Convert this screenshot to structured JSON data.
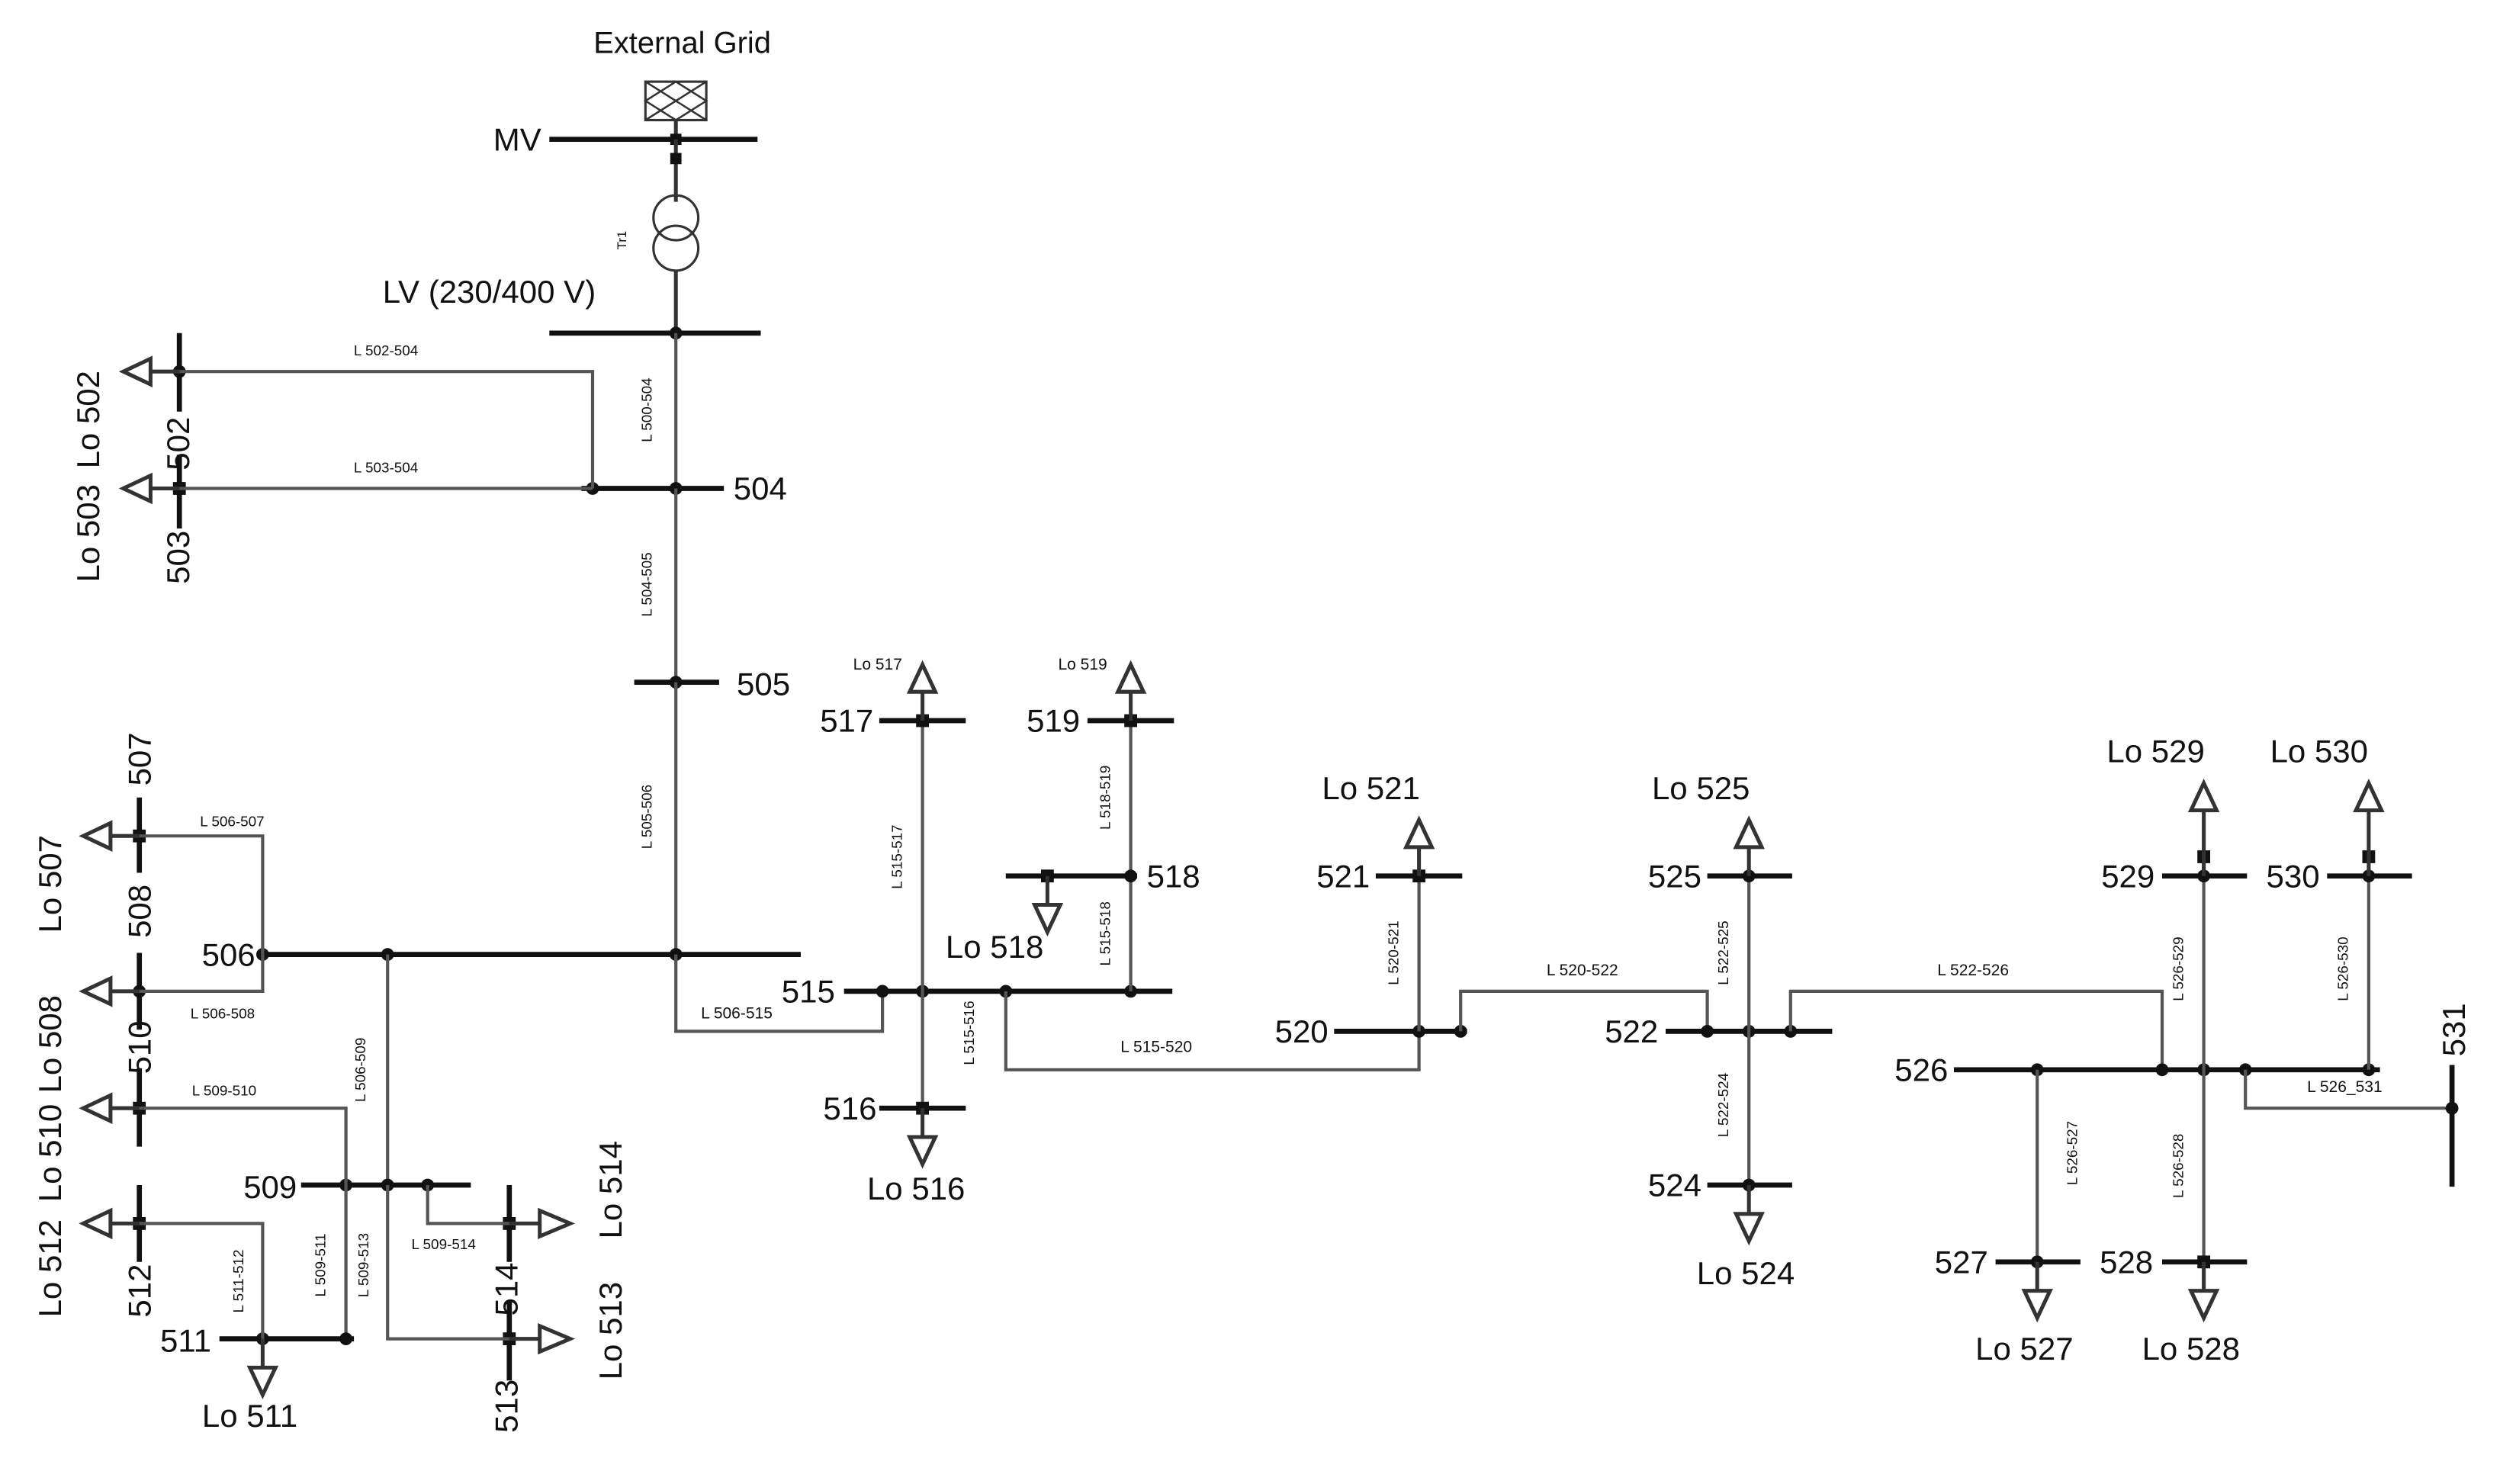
{
  "title": "External Grid",
  "buses": {
    "mv": "MV",
    "lv": "LV (230/400 V)",
    "b502": "502",
    "b503": "503",
    "b504": "504",
    "b505": "505",
    "b506": "506",
    "b507": "507",
    "b508": "508",
    "b509": "509",
    "b510": "510",
    "b511": "511",
    "b512": "512",
    "b513": "513",
    "b514": "514",
    "b515": "515",
    "b516": "516",
    "b517": "517",
    "b518": "518",
    "b519": "519",
    "b520": "520",
    "b521": "521",
    "b522": "522",
    "b524": "524",
    "b525": "525",
    "b526": "526",
    "b527": "527",
    "b528": "528",
    "b529": "529",
    "b530": "530",
    "b531": "531"
  },
  "transformer": "Tr1",
  "loads": {
    "lo502": "Lo 502",
    "lo503": "Lo 503",
    "lo507": "Lo 507",
    "lo508": "Lo 508",
    "lo510": "Lo 510",
    "lo511": "Lo 511",
    "lo512": "Lo 512",
    "lo513": "Lo 513",
    "lo514": "Lo 514",
    "lo516": "Lo 516",
    "lo517": "Lo 517",
    "lo518": "Lo 518",
    "lo519": "Lo 519",
    "lo521": "Lo 521",
    "lo524": "Lo 524",
    "lo525": "Lo 525",
    "lo527": "Lo 527",
    "lo528": "Lo 528",
    "lo529": "Lo 529",
    "lo530": "Lo 530"
  },
  "lines": {
    "l500_504": "L 500-504",
    "l502_504": "L 502-504",
    "l503_504": "L 503-504",
    "l504_505": "L 504-505",
    "l505_506": "L 505-506",
    "l506_507": "L 506-507",
    "l506_508": "L 506-508",
    "l506_509": "L 506-509",
    "l506_515": "L 506-515",
    "l509_510": "L 509-510",
    "l509_511": "L 509-511",
    "l509_513": "L 509-513",
    "l509_514": "L 509-514",
    "l511_512": "L 511-512",
    "l515_516": "L 515-516",
    "l515_517": "L 515-517",
    "l515_518": "L 515-518",
    "l518_519": "L 518-519",
    "l515_520": "L 515-520",
    "l520_521": "L 520-521",
    "l520_522": "L 520-522",
    "l522_524": "L 522-524",
    "l522_525": "L 522-525",
    "l522_526": "L 522-526",
    "l526_527": "L 526-527",
    "l526_528": "L 526-528",
    "l526_529": "L 526-529",
    "l526_530": "L 526-530",
    "l526_531": "L 526_531"
  }
}
